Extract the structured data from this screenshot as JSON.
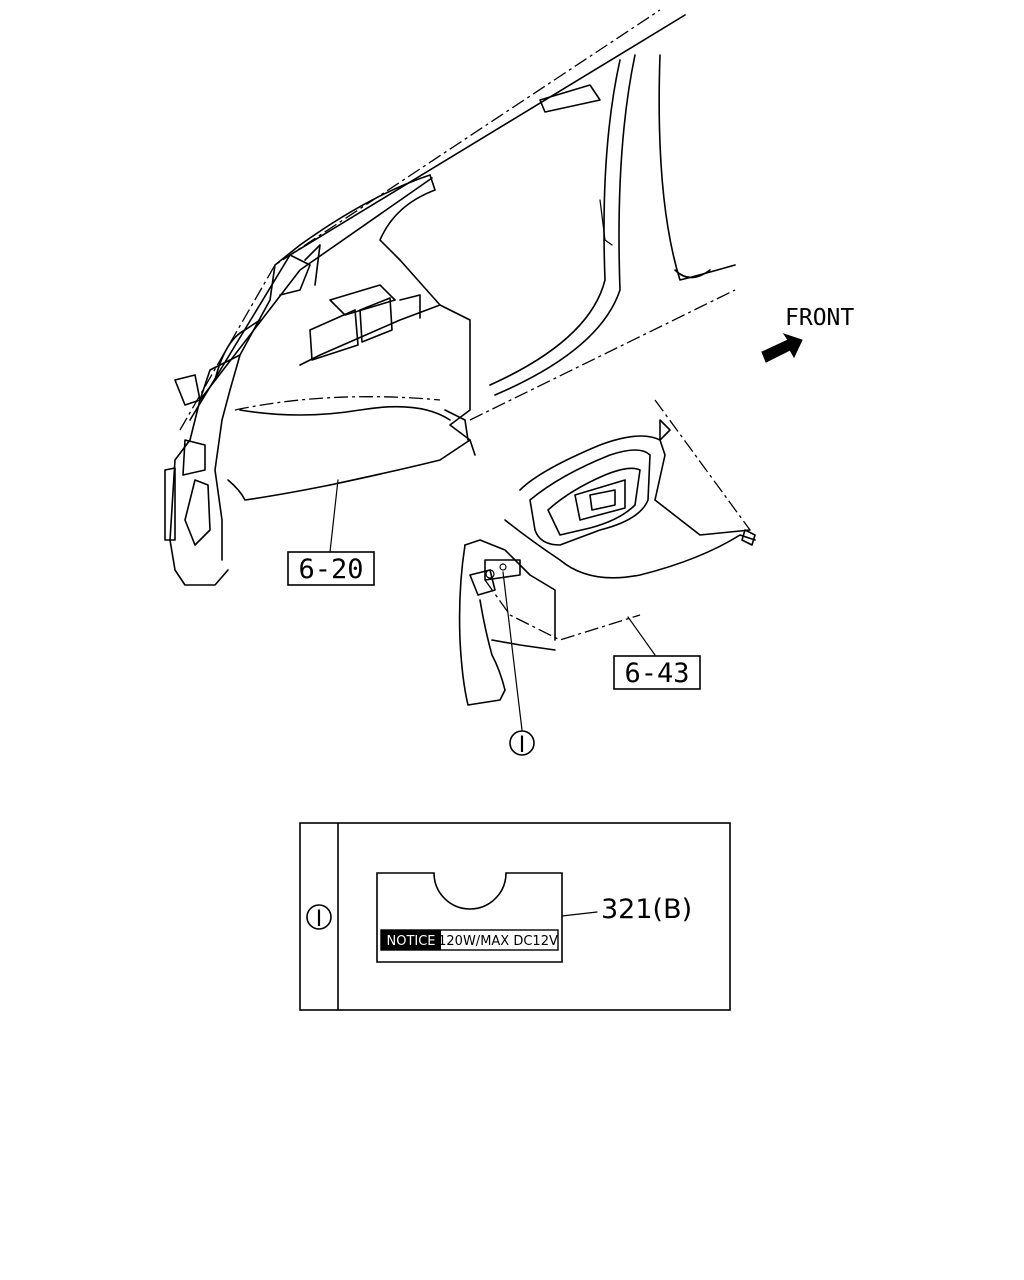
{
  "labels": {
    "front": "FRONT",
    "part_rear_quarter_trim": "6-20",
    "part_luggage_side_trim": "6-43",
    "detail_callout": "I",
    "detail_view": "I",
    "label_part_ref": "321(B)"
  },
  "notice_label": {
    "title": "NOTICE",
    "rating": "120W/MAX DC12V"
  },
  "icons": {
    "front_arrow": "arrow-right-icon"
  }
}
